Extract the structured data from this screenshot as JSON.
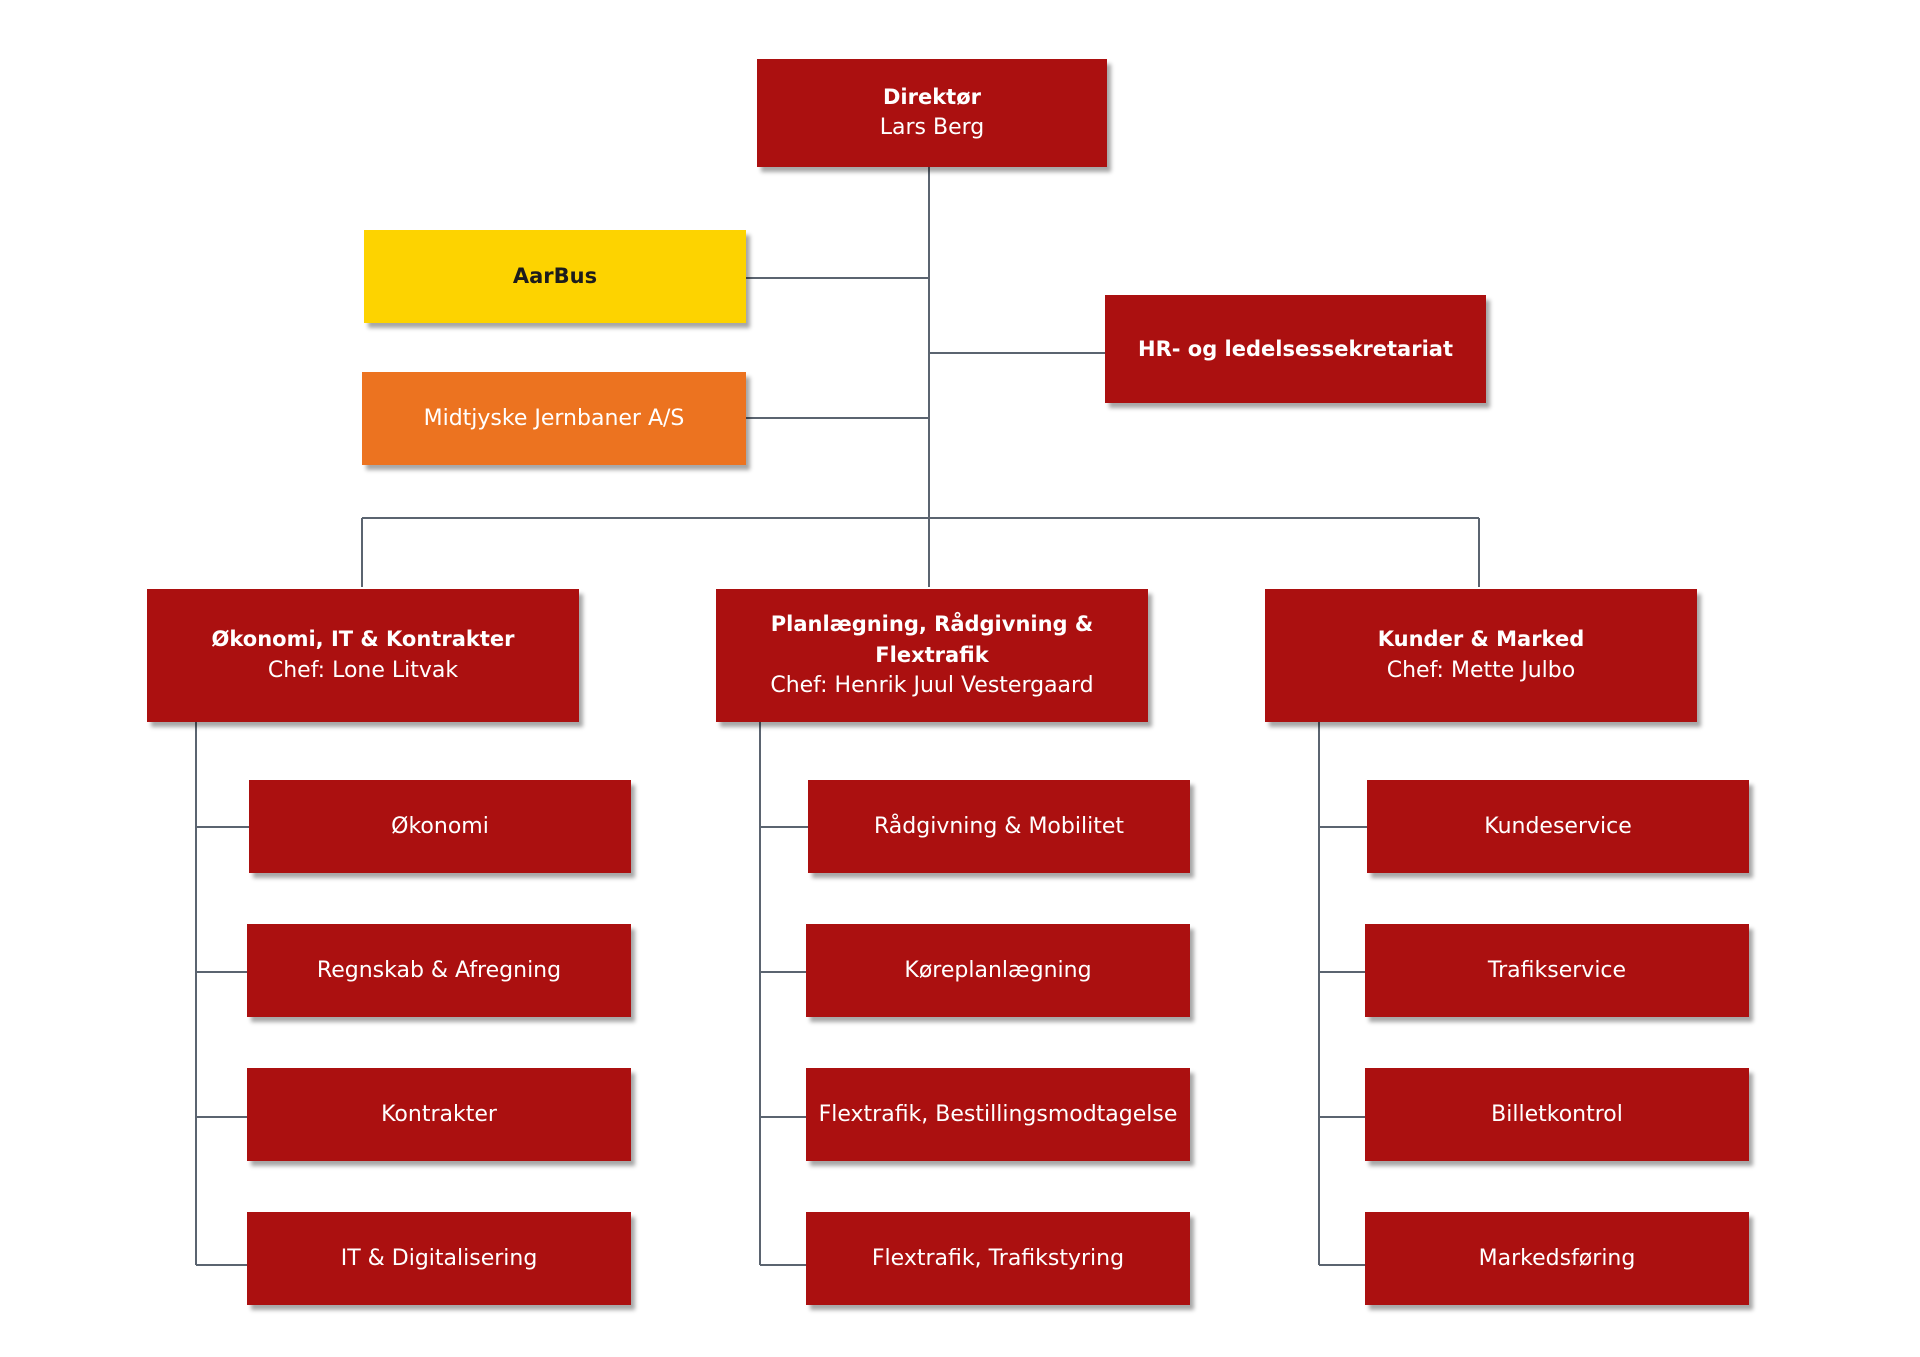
{
  "director": {
    "title": "Direktør",
    "name": "Lars Berg"
  },
  "aarbus": "AarBus",
  "midtjyske": "Midtjyske Jernbaner A/S",
  "hr": "HR- og ledelsessekretariat",
  "departments": [
    {
      "title": "Økonomi, IT & Kontrakter",
      "chief": "Chef: Lone Litvak",
      "units": [
        "Økonomi",
        "Regnskab & Afregning",
        "Kontrakter",
        "IT & Digitalisering"
      ]
    },
    {
      "title": "Planlægning, Rådgivning & Flextrafik",
      "chief": "Chef: Henrik Juul Vestergaard",
      "units": [
        "Rådgivning & Mobilitet",
        "Køreplanlægning",
        "Flextrafik, Bestillingsmodtagelse",
        "Flextrafik, Trafikstyring"
      ]
    },
    {
      "title": "Kunder & Marked",
      "chief": "Chef: Mette Julbo",
      "units": [
        "Kundeservice",
        "Trafikservice",
        "Billetkontrol",
        "Markedsføring"
      ]
    }
  ],
  "colors": {
    "red": "#ab1010",
    "yellow": "#fdd300",
    "orange": "#ec7320",
    "line": "#5b6470"
  }
}
